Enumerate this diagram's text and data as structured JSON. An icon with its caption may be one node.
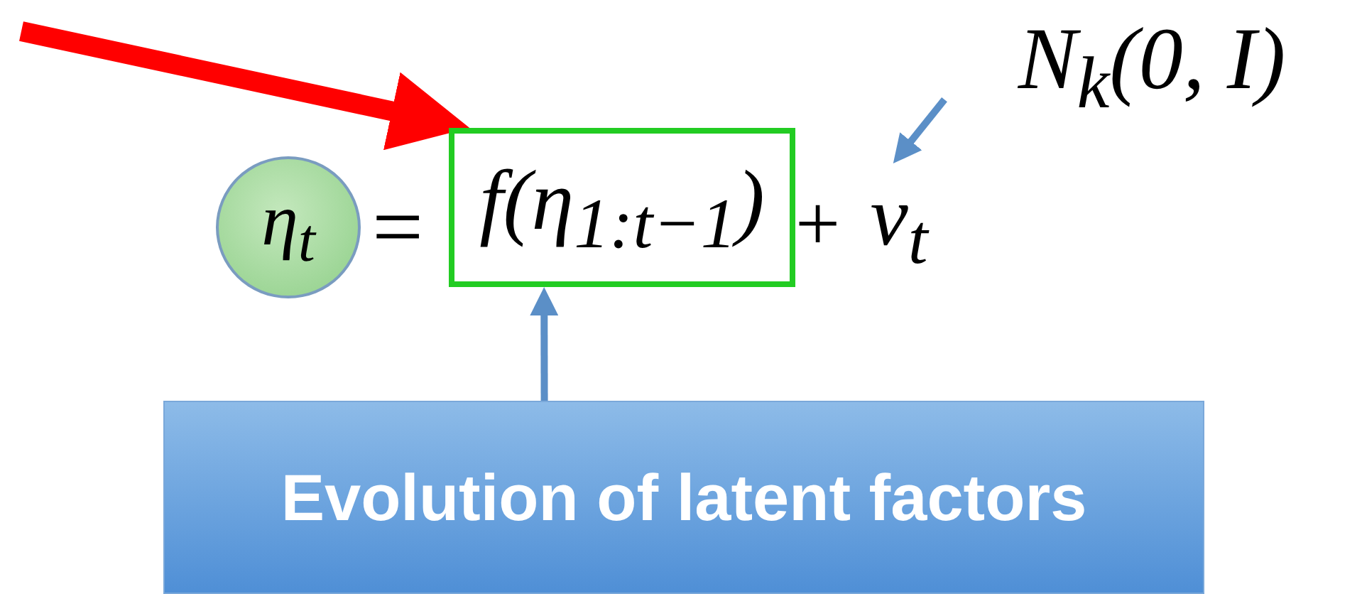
{
  "diagram": {
    "nodes": [
      {
        "text": [
          "η$_{t}$"
        ]
      },
      {
        "text": [
          "f(η$_{1:t−1}$)"
        ]
      },
      {
        "text": [
          "ν$_{t}$"
        ]
      },
      {
        "text": [
          "N$_{k}$(0, I)"
        ]
      },
      {
        "text": [
          "Evolution of latent factors"
        ]
      }
    ],
    "edges": [
      {
        "from": null,
        "to": 1,
        "arrow": "to",
        "style": "thick",
        "color": "#ff0000"
      },
      {
        "from": 3,
        "to": 2,
        "arrow": "to"
      },
      {
        "from": 4,
        "to": 1,
        "arrow": "to"
      }
    ],
    "labels": [
      "=",
      "+"
    ]
  }
}
